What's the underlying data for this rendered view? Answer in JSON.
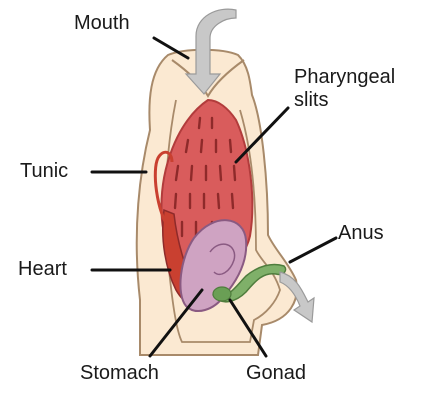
{
  "diagram": {
    "labels": {
      "mouth": "Mouth",
      "pharyngeal_slits": "Pharyngeal\nslits",
      "tunic": "Tunic",
      "anus": "Anus",
      "heart": "Heart",
      "stomach": "Stomach",
      "gonad": "Gonad"
    },
    "colors": {
      "tunic_fill": "#fbe9d2",
      "tunic_stroke": "#a88a6a",
      "pharynx_fill": "#d95c5c",
      "pharynx_stroke": "#b23c3c",
      "slit_color": "#8e2a2a",
      "heart_fill": "#c94030",
      "stomach_fill": "#cfa3c2",
      "stomach_stroke": "#8a5a82",
      "gonad_fill": "#7fb069",
      "arrow_fill": "#c8c8c8",
      "leader_color": "#111111"
    }
  }
}
